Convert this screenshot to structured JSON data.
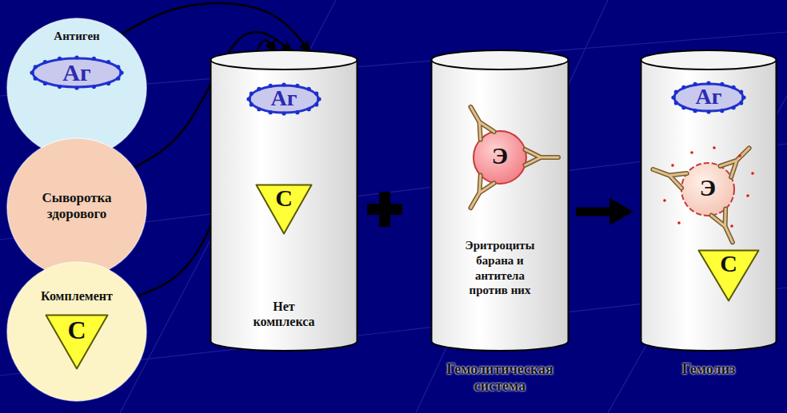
{
  "diagram": {
    "nodes": [
      {
        "text": [
          "Антиген"
        ]
      },
      {
        "text": [
          "Аг"
        ],
        "in": 0
      },
      {
        "text": [
          "Сыворотка здорового"
        ]
      },
      {
        "text": [
          "Комплемент"
        ]
      },
      {
        "text": [
          "С"
        ],
        "in": 3
      },
      {
        "text": [
          "Нет комплекса"
        ]
      },
      {
        "text": [
          "Аг"
        ],
        "in": 5
      },
      {
        "text": [
          "С"
        ],
        "in": 5
      },
      {
        "text": [
          "Эритроциты барана и антитела против них",
          "Гемолитическая система"
        ]
      },
      {
        "text": [
          "Э"
        ],
        "in": 8
      },
      {
        "text": [
          "Гемолиз"
        ]
      },
      {
        "text": [
          "Аг"
        ],
        "in": 10
      },
      {
        "text": [
          "Э"
        ],
        "in": 10
      },
      {
        "text": [
          "С"
        ],
        "in": 10
      }
    ],
    "edges": [
      {
        "from": 0,
        "to": 5,
        "arrow": "to"
      },
      {
        "from": 2,
        "to": 5,
        "arrow": "to"
      },
      {
        "from": 3,
        "to": 5,
        "arrow": "to"
      },
      {
        "from": 8,
        "to": 10,
        "arrow": "to"
      }
    ]
  }
}
